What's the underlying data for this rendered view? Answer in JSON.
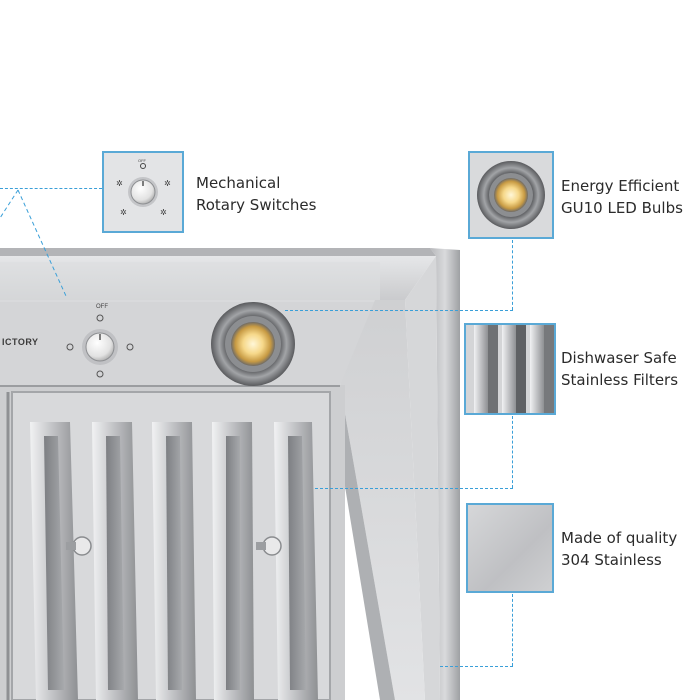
{
  "brand": {
    "text": "ICTORY"
  },
  "knob": {
    "off_label": "OFF"
  },
  "features": [
    {
      "line1": "Mechanical",
      "line2": "Rotary Switches"
    },
    {
      "line1": "Energy Efficient",
      "line2": "GU10 LED Bulbs"
    },
    {
      "line1": "Dishwaser Safe",
      "line2": "Stainless Filters"
    },
    {
      "line1": "Made of quality",
      "line2": "304 Stainless"
    }
  ],
  "colors": {
    "accent": "#3a9fd8",
    "frame": "#5aa9d6",
    "steel": "#c9cacc"
  }
}
